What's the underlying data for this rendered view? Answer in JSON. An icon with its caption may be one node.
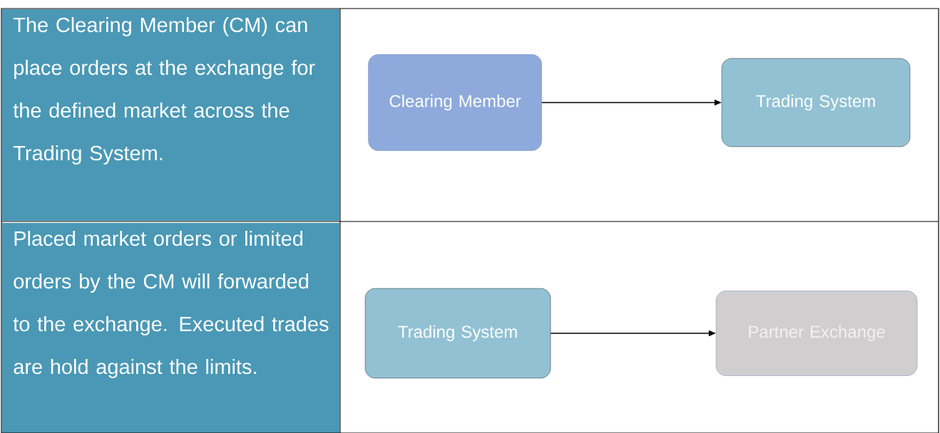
{
  "diagram": {
    "nodes": [
      {
        "text": [
          "Clearing Member"
        ]
      },
      {
        "text": [
          "Trading System"
        ]
      },
      {
        "text": [
          "Trading System"
        ]
      },
      {
        "text": [
          "Partner Exchange"
        ]
      }
    ],
    "edges": [
      {
        "from": 0,
        "to": 1,
        "arrow": "to"
      },
      {
        "from": 2,
        "to": 3,
        "arrow": "to"
      }
    ],
    "labels": [
      "The Clearing Member (CM) can place orders at the exchange for the defined market across the Trading System.",
      "Placed market orders or limited orders by the CM will forwarded to the exchange. Executed trades are hold against the limits."
    ]
  }
}
